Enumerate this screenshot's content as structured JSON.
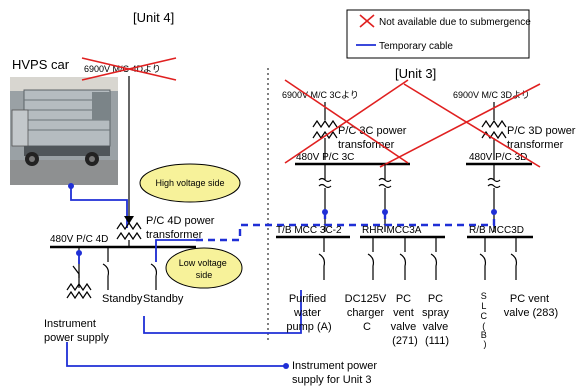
{
  "legend": {
    "not_available": "Not available due to submergence",
    "temporary_cable": "Temporary cable"
  },
  "unit4": {
    "title": "[Unit 4]",
    "hvps_car": "HVPS car",
    "mc_source": "6900V M/C 4Dより",
    "pc_transformer": [
      "P/C 4D power",
      "transformer"
    ],
    "high_voltage_label": "High voltage side",
    "low_voltage_label": [
      "Low voltage",
      "side"
    ],
    "bus": "480V P/C 4D",
    "standby_1": "Standby",
    "standby_2": "Standby",
    "instrument_supply": [
      "Instrument",
      "power supply"
    ],
    "instrument_supply_unit3": [
      "Instrument power",
      "supply for Unit 3"
    ]
  },
  "unit3": {
    "title": "[Unit 3]",
    "mc_3c": "6900V M/C 3Cより",
    "mc_3d": "6900V M/C 3Dより",
    "pc_3c_transformer": [
      "P/C 3C power",
      "transformer"
    ],
    "pc_3d_transformer": [
      "P/C 3D power",
      "transformer"
    ],
    "bus_3c": "480V P/C 3C",
    "bus_3d": "480V P/C 3D",
    "mcc_tb": "T/B MCC 3C-2",
    "mcc_rhr": "RHR MCC3A",
    "mcc_rb": "R/B MCC3D",
    "loads": {
      "purified_pump": [
        "Purified",
        "water",
        "pump (A)"
      ],
      "dc_charger": [
        "DC125V",
        "charger",
        "C"
      ],
      "pc_vent_271": [
        "PC",
        "vent",
        "valve",
        "(271)"
      ],
      "pc_spray_111": [
        "PC",
        "spray",
        "valve",
        "(111)"
      ],
      "slc_b": [
        "S",
        "L",
        "C",
        "(",
        "B",
        ")"
      ],
      "pc_vent_283": [
        "PC vent",
        "valve (283)"
      ]
    }
  }
}
